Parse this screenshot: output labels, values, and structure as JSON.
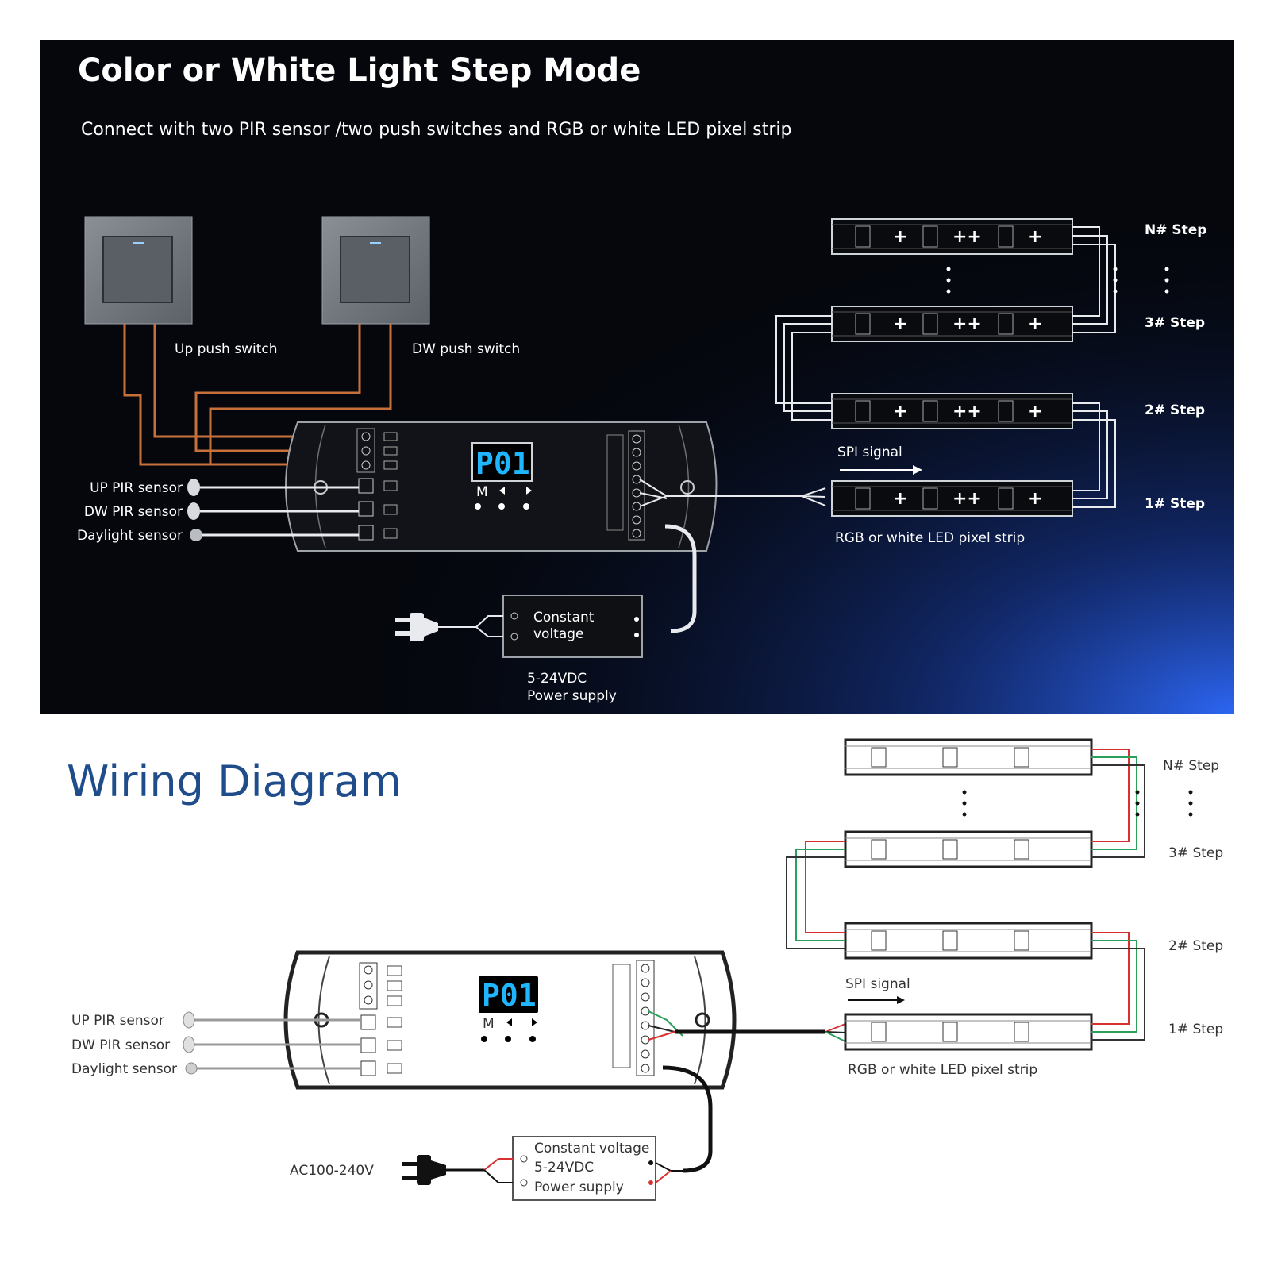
{
  "top": {
    "title": "Color or White Light Step Mode",
    "subtitle": "Connect with two PIR sensor /two push switches and RGB or white LED pixel strip",
    "switch_up": "Up push switch",
    "switch_dw": "DW push switch",
    "sensor_up": "UP PIR sensor",
    "sensor_dw": "DW PIR sensor",
    "sensor_day": "Daylight sensor",
    "display": "P01",
    "btn_m": "M",
    "psu_line1": "Constant",
    "psu_line2": "voltage",
    "psu_spec1": "5-24VDC",
    "psu_spec2": "Power supply",
    "spi": "SPI signal",
    "strip": "RGB or white LED pixel strip",
    "steps": [
      "N# Step",
      "3# Step",
      "2# Step",
      "1# Step"
    ]
  },
  "bottom": {
    "title": "Wiring Diagram",
    "sensor_up": "UP PIR sensor",
    "sensor_dw": "DW PIR sensor",
    "sensor_day": "Daylight sensor",
    "display": "P01",
    "btn_m": "M",
    "ac": "AC100-240V",
    "psu1": "Constant voltage",
    "psu2": "5-24VDC",
    "psu3": "Power supply",
    "spi": "SPI signal",
    "strip": "RGB or white LED pixel strip",
    "steps": [
      "N# Step",
      "3# Step",
      "2# Step",
      "1# Step"
    ]
  },
  "colors": {
    "dark_bg": "#05070d",
    "glow": "#1e4fd6",
    "brown_wire": "#c8703a",
    "title_blue": "#1f4d8c",
    "red_wire": "#d93030",
    "green_wire": "#2aa05a"
  }
}
